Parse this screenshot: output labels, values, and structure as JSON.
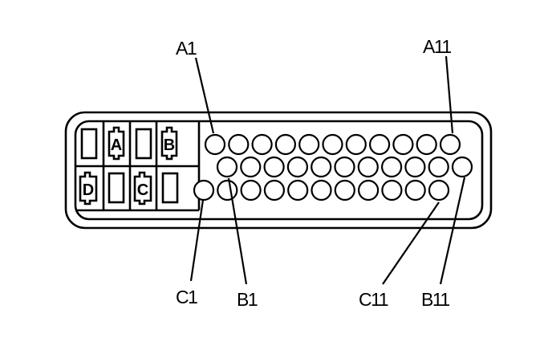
{
  "connector": {
    "pin_labels": {
      "a1": "A1",
      "a11": "A11",
      "b1": "B1",
      "b11": "B11",
      "c1": "C1",
      "c11": "C11"
    },
    "keys": {
      "a": "A",
      "b": "B",
      "c": "C",
      "d": "D"
    },
    "rows": [
      {
        "row": "A",
        "pins": 11
      },
      {
        "row": "B",
        "pins": 11
      },
      {
        "row": "C",
        "pins": 11
      }
    ],
    "colors": {
      "line": "#000000",
      "background": "#ffffff"
    }
  }
}
